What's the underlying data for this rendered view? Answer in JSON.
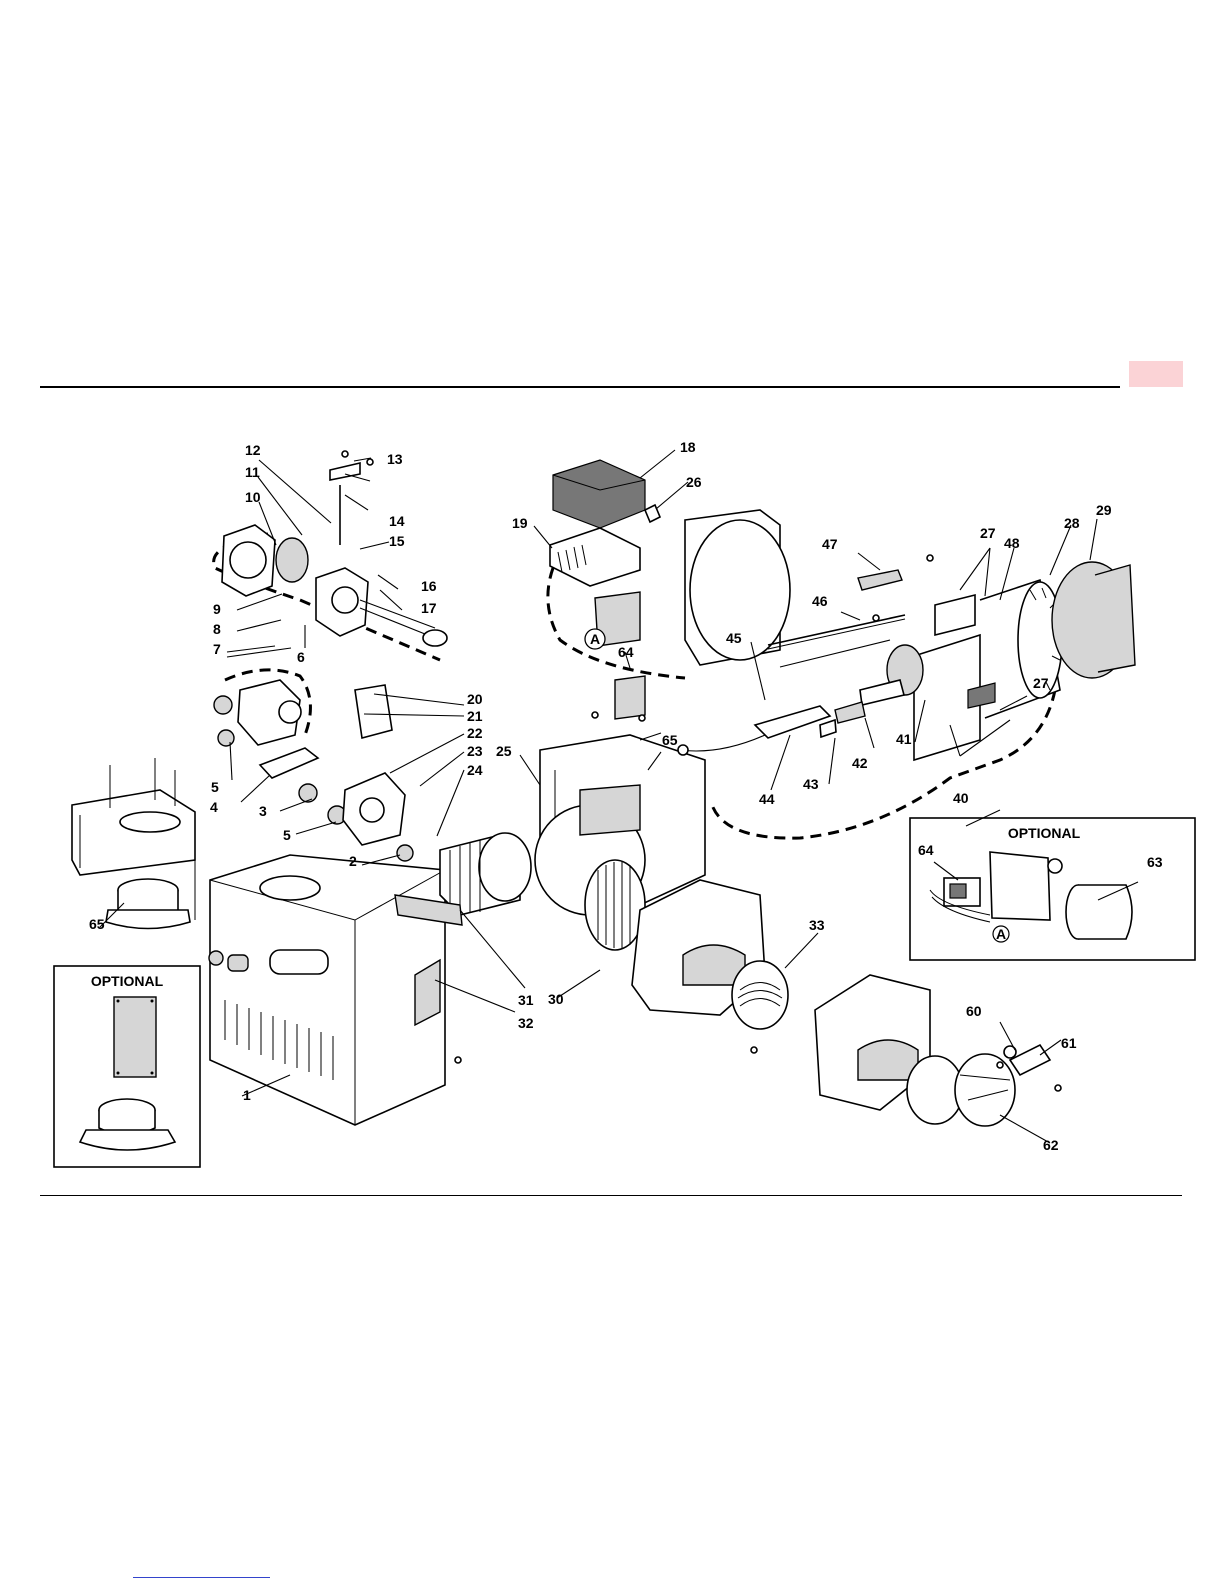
{
  "page": {
    "accent_tab_color": "#fbd3d6",
    "optional_left_title": "OPTIONAL",
    "optional_right_title": "OPTIONAL",
    "detail_ref_letter": "A"
  },
  "callouts": {
    "c1": "1",
    "c2": "2",
    "c3": "3",
    "c4": "4",
    "c5a": "5",
    "c5b": "5",
    "c6": "6",
    "c7": "7",
    "c8": "8",
    "c9": "9",
    "c10": "10",
    "c11": "11",
    "c12": "12",
    "c13": "13",
    "c14": "14",
    "c15": "15",
    "c16": "16",
    "c17": "17",
    "c18": "18",
    "c19": "19",
    "c20": "20",
    "c21": "21",
    "c22": "22",
    "c23": "23",
    "c24": "24",
    "c25": "25",
    "c26": "26",
    "c27a": "27",
    "c27b": "27",
    "c28": "28",
    "c29": "29",
    "c30": "30",
    "c31": "31",
    "c32": "32",
    "c33": "33",
    "c40": "40",
    "c41": "41",
    "c42": "42",
    "c43": "43",
    "c44": "44",
    "c45": "45",
    "c46": "46",
    "c47": "47",
    "c48": "48",
    "c60": "60",
    "c61": "61",
    "c62": "62",
    "c63": "63",
    "c64a": "64",
    "c64b": "64",
    "c65a": "65",
    "c65b": "65"
  }
}
